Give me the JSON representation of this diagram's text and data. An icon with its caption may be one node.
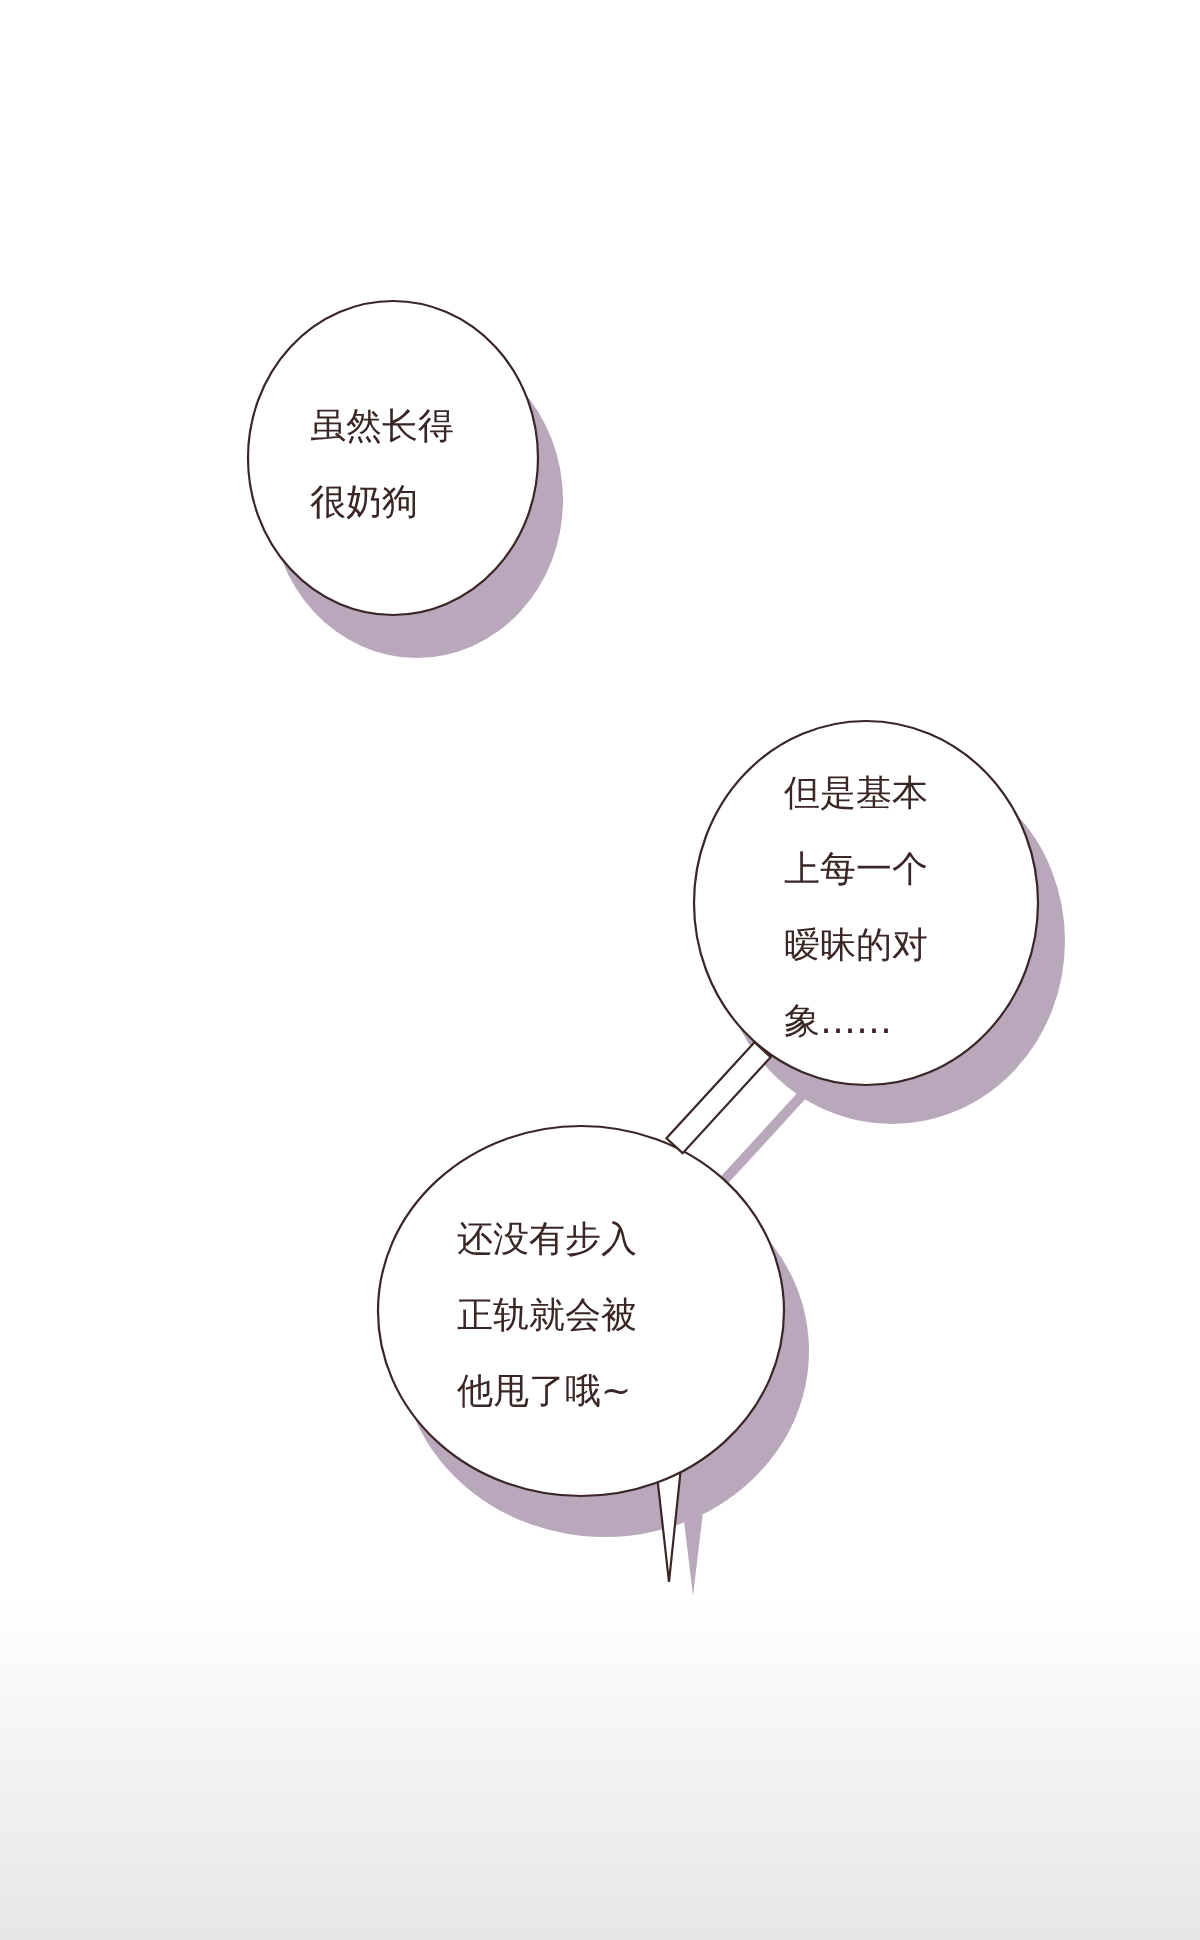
{
  "diagram": {
    "nodes": [
      {
        "text": [
          "虽然长得很奶狗"
        ]
      },
      {
        "text": [
          "但是基本上每一个暧昧的对象……"
        ]
      },
      {
        "text": [
          "还没有步入正轨就会被他甩了哦~"
        ]
      }
    ],
    "edges": [
      {
        "from": 1,
        "to": 2,
        "arrow": "none"
      }
    ]
  }
}
